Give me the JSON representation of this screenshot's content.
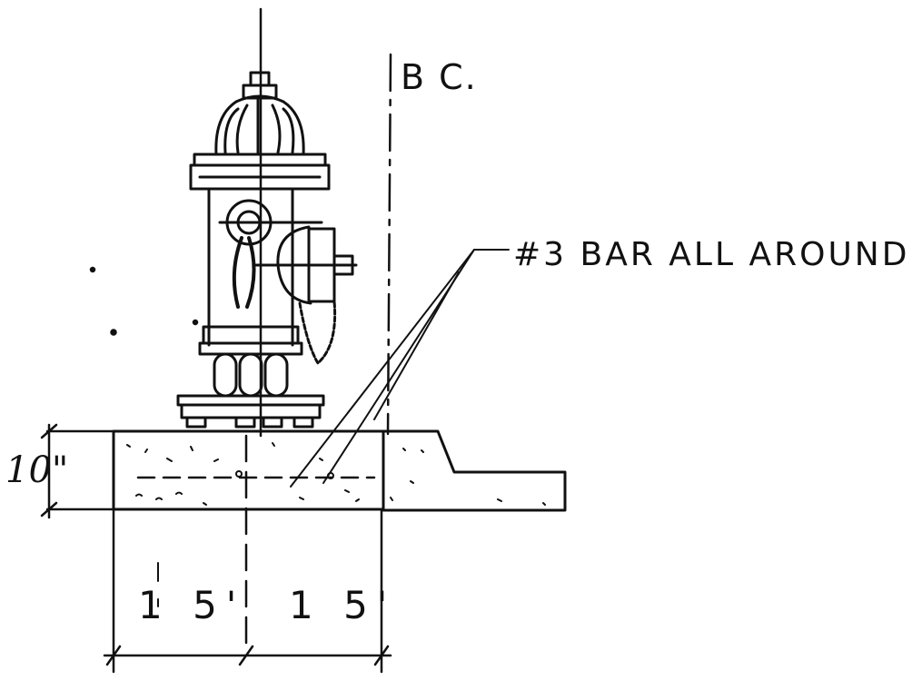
{
  "labels": {
    "back_of_curb": "B C.",
    "rebar_note": "#3 BAR ALL AROUND",
    "pad_depth": "10\"",
    "left_width": "1 5'",
    "right_width": "1 5'"
  },
  "colors": {
    "ink": "#111111",
    "paper": "#ffffff"
  }
}
